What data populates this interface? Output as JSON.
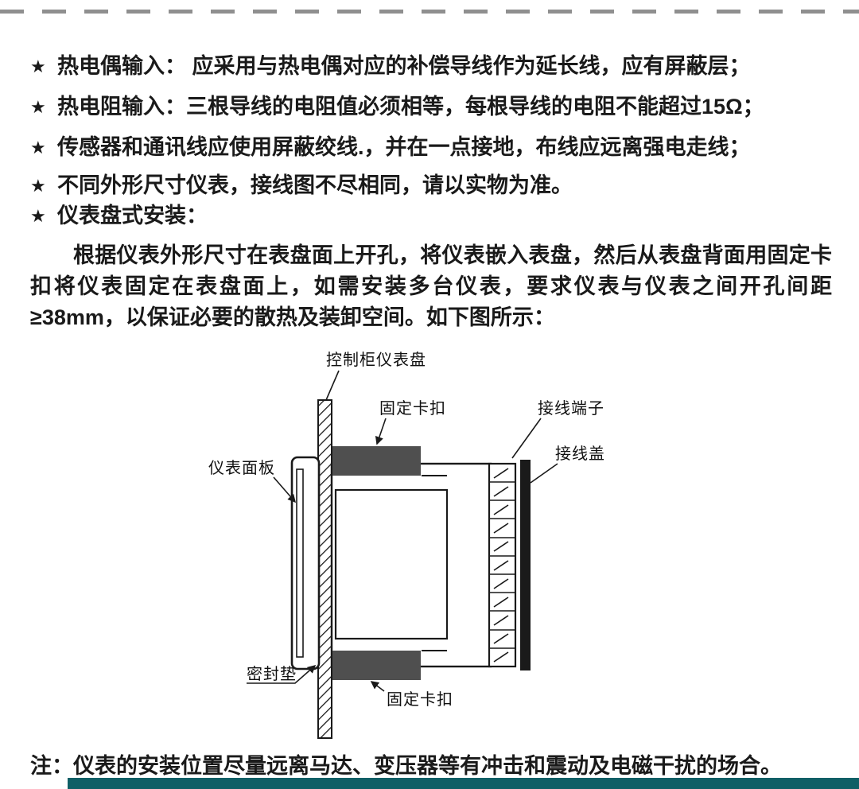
{
  "colors": {
    "clamp_fill": "#4f4f4f",
    "footer_bar": "#0f5f66",
    "dash": "#8f8f8f",
    "line": "#1a1a1a"
  },
  "page": {
    "bullets": [
      {
        "marker": "★",
        "text": "热电偶输入： 应采用与热电偶对应的补偿导线作为延长线，应有屏蔽层；"
      },
      {
        "marker": "★",
        "text": "热电阻输入：三根导线的电阻值必须相等，每根导线的电阻不能超过15Ω；"
      },
      {
        "marker": "★",
        "text": "传感器和通讯线应使用屏蔽绞线.，并在一点接地，布线应远离强电走线；"
      },
      {
        "marker": "★",
        "text": "不同外形尺寸仪表，接线图不尽相同，请以实物为准。"
      },
      {
        "marker": "★",
        "text": "仪表盘式安装："
      }
    ],
    "paragraph": "根据仪表外形尺寸在表盘面上开孔，将仪表嵌入表盘，然后从表盘背面用固定卡扣将仪表固定在表盘面上，如需安装多台仪表，要求仪表与仪表之间开孔间距≥38mm，以保证必要的散热及装卸空间。如下图所示：",
    "diagram_labels": {
      "panel": "控制柜仪表盘",
      "clamp_top": "固定卡扣",
      "terminals": "接线端子",
      "cover": "接线盖",
      "front_panel": "仪表面板",
      "gasket": "密封垫",
      "clamp_bottom": "固定卡扣"
    },
    "note": "注：仪表的安装位置尽量远离马达、变压器等有冲击和震动及电磁干扰的场合。"
  }
}
